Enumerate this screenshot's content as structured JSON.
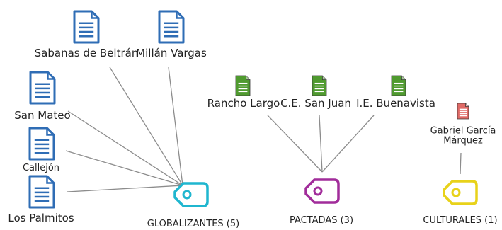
{
  "colors": {
    "edge": "#8c8c8c",
    "doc_blue": "#2f6db5",
    "doc_green": "#4f9a2f",
    "doc_red": "#e06a66",
    "tag_globalizantes": "#1fb6cf",
    "tag_pactadas": "#a12c9a",
    "tag_culturales": "#e8d21a"
  },
  "groups": [
    {
      "id": "globalizantes",
      "label": "GLOBALIZANTES (5)",
      "icon": "tag-icon",
      "color": "#1fb6cf"
    },
    {
      "id": "pactadas",
      "label": "PACTADAS (3)",
      "icon": "tag-icon",
      "color": "#a12c9a"
    },
    {
      "id": "culturales",
      "label": "CULTURALES (1)",
      "icon": "tag-icon",
      "color": "#e8d21a"
    }
  ],
  "documents": [
    {
      "id": "sabanas",
      "label": "Sabanas de Beltrán",
      "group": "globalizantes",
      "icon": "document-icon",
      "color": "#2f6db5"
    },
    {
      "id": "millan",
      "label": "Millán Vargas",
      "group": "globalizantes",
      "icon": "document-icon",
      "color": "#2f6db5"
    },
    {
      "id": "sanmateo",
      "label": "San Mateo",
      "group": "globalizantes",
      "icon": "document-icon",
      "color": "#2f6db5"
    },
    {
      "id": "callejon",
      "label": "Callejón",
      "group": "globalizantes",
      "icon": "document-icon",
      "color": "#2f6db5"
    },
    {
      "id": "palmitos",
      "label": "Los Palmitos",
      "group": "globalizantes",
      "icon": "document-icon",
      "color": "#2f6db5"
    },
    {
      "id": "rancho",
      "label": "Rancho Largo",
      "group": "pactadas",
      "icon": "document-icon",
      "color": "#4f9a2f"
    },
    {
      "id": "sanjuan",
      "label": "C.E. San Juan",
      "group": "pactadas",
      "icon": "document-icon",
      "color": "#4f9a2f"
    },
    {
      "id": "buenavista",
      "label": "I.E. Buenavista",
      "group": "pactadas",
      "icon": "document-icon",
      "color": "#4f9a2f"
    },
    {
      "id": "gabriel",
      "label": "Gabriel García Márquez",
      "group": "culturales",
      "icon": "document-icon",
      "color": "#e06a66"
    }
  ]
}
